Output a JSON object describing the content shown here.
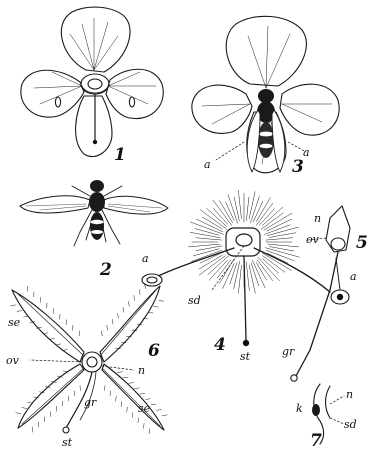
{
  "figures": [
    {
      "number": "1",
      "part": "flower (front view)"
    },
    {
      "number": "2",
      "part": "hoverfly"
    },
    {
      "number": "3",
      "part": "flower with visiting fly"
    },
    {
      "number": "4",
      "part": "flower centre, enlarged"
    },
    {
      "number": "5",
      "part": "stamen, enlarged"
    },
    {
      "number": "6",
      "part": "calyx with ovary"
    },
    {
      "number": "7",
      "part": "nectary detail"
    }
  ],
  "labels": {
    "fig1": "1",
    "fig2": "2",
    "fig3": "3",
    "fig3_a_left": "a",
    "fig3_a_right": "a",
    "fig4": "4",
    "fig4_a_left": "a",
    "fig4_sd": "sd",
    "fig4_st": "st",
    "fig5": "5",
    "fig5_n": "n",
    "fig5_ov": "ov",
    "fig5_a": "a",
    "fig5_gr": "gr",
    "fig6": "6",
    "fig6_se_tl": "se",
    "fig6_se_br": "se",
    "fig6_ov": "ov",
    "fig6_n": "n",
    "fig6_gr": "gr",
    "fig6_st": "st",
    "fig7": "7",
    "fig7_n": "n",
    "fig7_k": "k",
    "fig7_sd": "sd"
  }
}
